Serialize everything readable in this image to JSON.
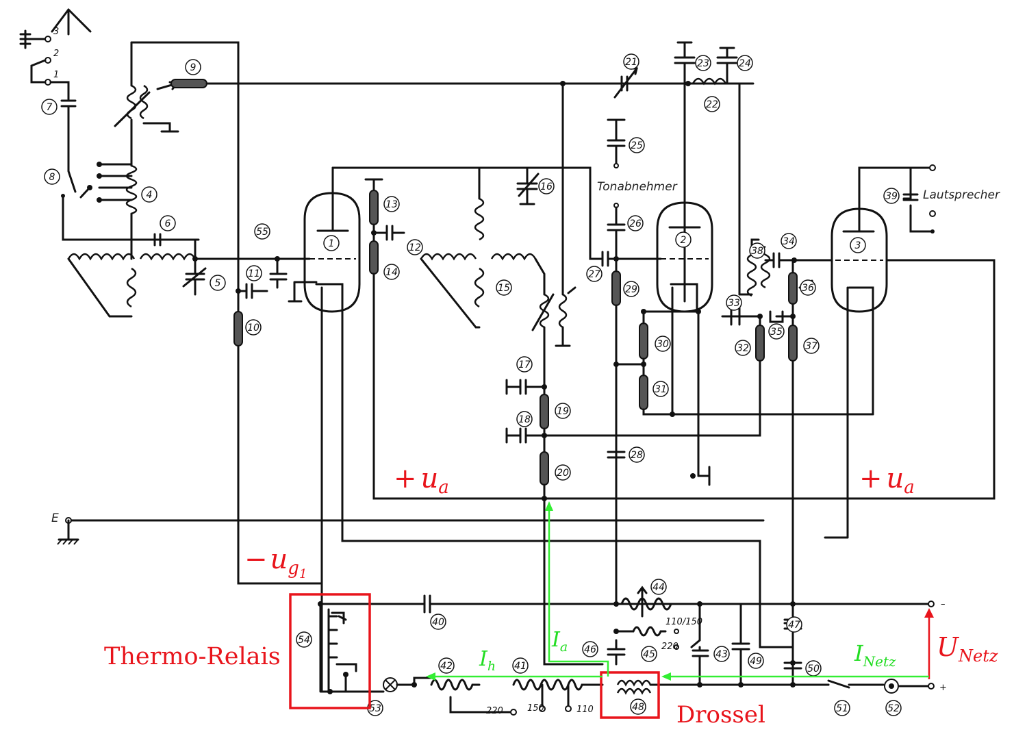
{
  "diagram": {
    "component_numbers": [
      "1",
      "2",
      "3",
      "4",
      "5",
      "6",
      "7",
      "8",
      "9",
      "10",
      "11",
      "12",
      "13",
      "14",
      "15",
      "16",
      "17",
      "18",
      "19",
      "20",
      "21",
      "22",
      "23",
      "24",
      "25",
      "26",
      "27",
      "28",
      "29",
      "30",
      "31",
      "32",
      "33",
      "34",
      "35",
      "36",
      "37",
      "38",
      "39",
      "40",
      "41",
      "42",
      "43",
      "44",
      "45",
      "46",
      "47",
      "48",
      "49",
      "50",
      "51",
      "52",
      "53",
      "54",
      "55"
    ],
    "tube_labels": [
      "1",
      "2",
      "3"
    ],
    "terminal_labels": {
      "t1": "1",
      "t2": "2",
      "t3": "3",
      "earth": "E"
    },
    "handwritten": {
      "pickup": "Tonabnehmer",
      "speaker": "Lautsprecher"
    },
    "voltage_taps": {
      "a": "220",
      "b": "150",
      "c": "110",
      "sw_a": "110/150",
      "sw_b": "220"
    },
    "polarity": {
      "minus": "–",
      "plus": "+"
    }
  },
  "annotations": {
    "ua_left": {
      "sign": "+",
      "base": "u",
      "sub": "a"
    },
    "ua_right": {
      "sign": "+",
      "base": "u",
      "sub": "a"
    },
    "ug1": {
      "sign": "−",
      "base": "u",
      "sub": "g",
      "subsub": "1"
    },
    "thermo_relais": "Thermo-Relais",
    "drossel": "Drossel",
    "ia": {
      "base": "I",
      "sub": "a"
    },
    "ih": {
      "base": "I",
      "sub": "h"
    },
    "inetz": {
      "base": "I",
      "sub": "Netz"
    },
    "unetz": {
      "base": "U",
      "sub": "Netz"
    },
    "colors": {
      "annotation_red": "#e8141b",
      "current_green": "#22dd22",
      "wire": "#111111"
    }
  }
}
